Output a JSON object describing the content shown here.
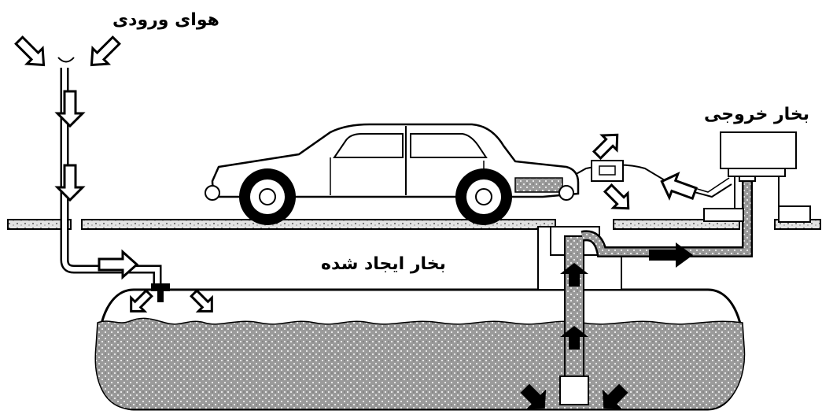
{
  "labels": {
    "intake_air": "هوای ورودی",
    "exhaust_vapor": "بخار خروجی",
    "generated_vapor": "بخار ایجاد شده"
  },
  "colors": {
    "ink": "#000000",
    "paper": "#ffffff",
    "fuel_fill": "#9a9a9a",
    "ground_fill": "#d8d8d8"
  },
  "icons": {
    "intake": "hollow-arrow",
    "fuel_flow": "solid-arrow",
    "vapor": "hollow-arrow"
  }
}
